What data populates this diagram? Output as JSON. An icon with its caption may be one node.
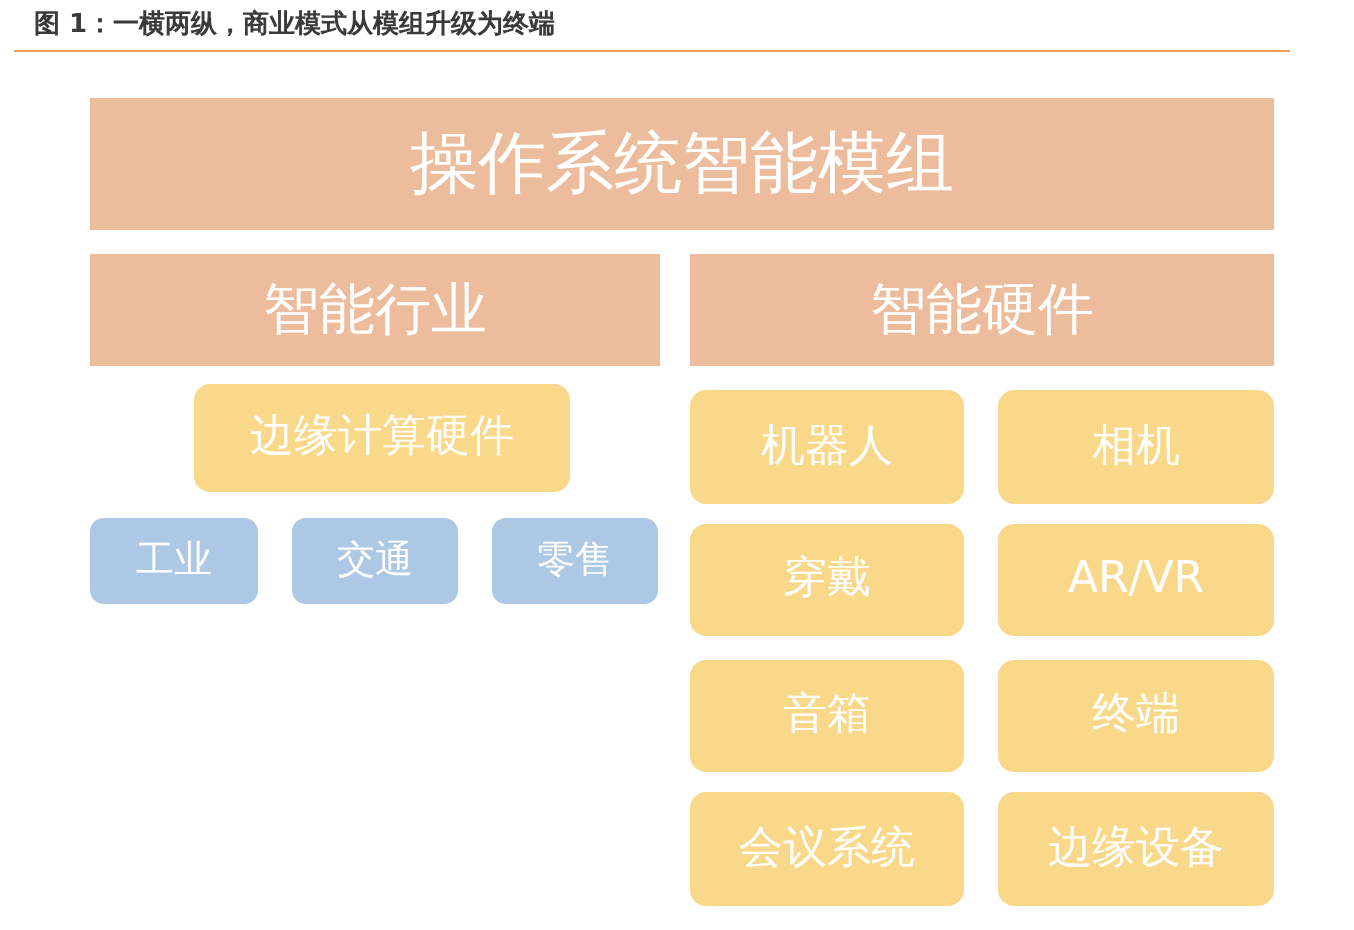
{
  "diagram": {
    "title": "图 1：一横两纵，商业模式从模组升级为终端",
    "nodes": [
      {
        "text": [
          "操作系统智能模组"
        ]
      },
      {
        "text": [
          "智能行业"
        ]
      },
      {
        "text": [
          "智能硬件"
        ]
      },
      {
        "text": [
          "边缘计算硬件"
        ]
      },
      {
        "text": [
          "工业"
        ]
      },
      {
        "text": [
          "交通"
        ]
      },
      {
        "text": [
          "零售"
        ]
      },
      {
        "text": [
          "机器人"
        ]
      },
      {
        "text": [
          "相机"
        ]
      },
      {
        "text": [
          "穿戴"
        ]
      },
      {
        "text": [
          "AR/VR"
        ]
      },
      {
        "text": [
          "音箱"
        ]
      },
      {
        "text": [
          "终端"
        ]
      },
      {
        "text": [
          "会议系统"
        ]
      },
      {
        "text": [
          "边缘设备"
        ]
      }
    ]
  }
}
